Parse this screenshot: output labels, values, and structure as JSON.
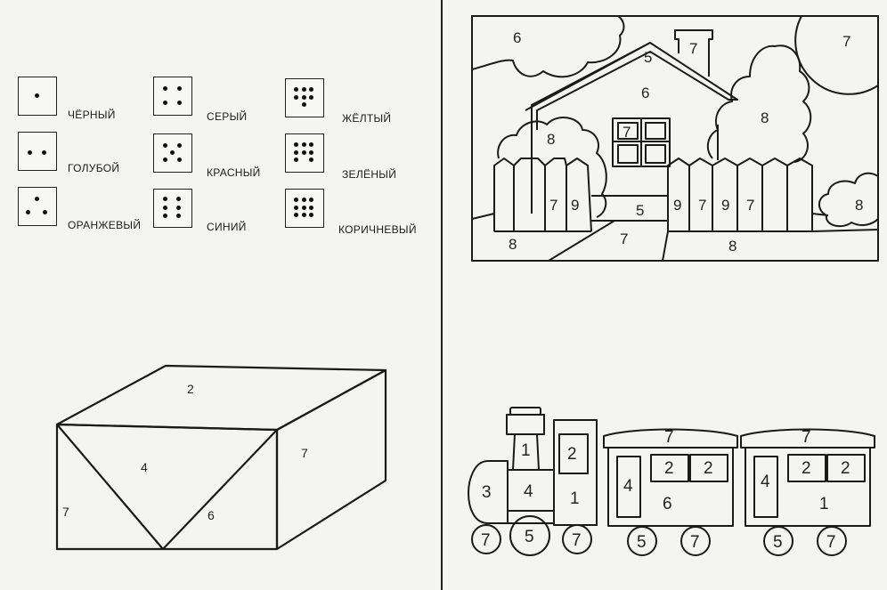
{
  "legend": [
    {
      "count": 1,
      "label": "ЧЁРНЫЙ"
    },
    {
      "count": 2,
      "label": "ГОЛУБОЙ"
    },
    {
      "count": 3,
      "label": "ОРАНЖЕВЫЙ"
    },
    {
      "count": 4,
      "label": "СЕРЫЙ"
    },
    {
      "count": 5,
      "label": "КРАСНЫЙ"
    },
    {
      "count": 6,
      "label": "СИНИЙ"
    },
    {
      "count": 7,
      "label": "ЖЁЛТЫЙ"
    },
    {
      "count": 8,
      "label": "ЗЕЛЁНЫЙ"
    },
    {
      "count": 9,
      "label": "КОРИЧНЕВЫЙ"
    }
  ],
  "box": {
    "top": "2",
    "front_triangle": "4",
    "left_piece": "7",
    "right_piece": "6",
    "side": "7"
  },
  "house": {
    "cloud": "6",
    "sun": "7",
    "chimney": "7",
    "gable": "5",
    "wall": "6",
    "window": "7",
    "bush_left": "8",
    "tree": "8",
    "bush_right": "8",
    "fence_left": [
      "7",
      "9"
    ],
    "fence_right": [
      "9",
      "7",
      "9",
      "7"
    ],
    "path_top": "5",
    "path": "7",
    "grass_left": "8",
    "grass_right": "8"
  },
  "train": {
    "stack": "1",
    "cab_window": "2",
    "cab": "1",
    "boiler_front": "3",
    "boiler": "4",
    "wheel_big": "5",
    "wheel_left": "7",
    "wheel_right": "7",
    "car1": {
      "roof": "7",
      "door": "4",
      "windows": [
        "2",
        "2"
      ],
      "body": "6",
      "wheels": [
        "5",
        "7"
      ]
    },
    "car2": {
      "roof": "7",
      "door": "4",
      "windows": [
        "2",
        "2"
      ],
      "body": "1",
      "wheels": [
        "5",
        "7"
      ]
    }
  }
}
